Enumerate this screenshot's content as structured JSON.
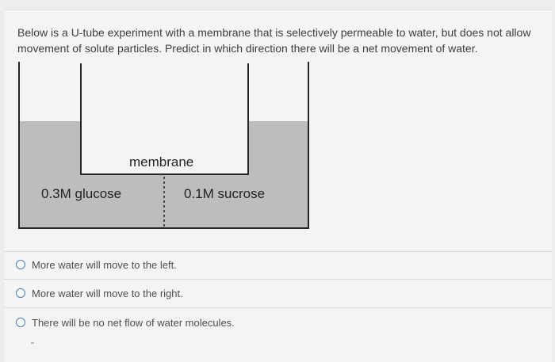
{
  "question": {
    "text": "Below is a U-tube experiment with a membrane that is selectively permeable to water, but does not allow movement of solute particles. Predict in which direction there will be a net movement of water."
  },
  "diagram": {
    "membrane_label": "membrane",
    "left_label": "0.3M glucose",
    "right_label": "0.1M sucrose",
    "liquid_color": "#bdbdbd",
    "tube_color": "#262626"
  },
  "options": [
    {
      "label": "More water will move to the left."
    },
    {
      "label": "More water will move to the right."
    },
    {
      "label": "There will be no net flow of water molecules."
    }
  ],
  "colors": {
    "radio_border": "#4a7fb0",
    "text": "#3b3d40"
  }
}
